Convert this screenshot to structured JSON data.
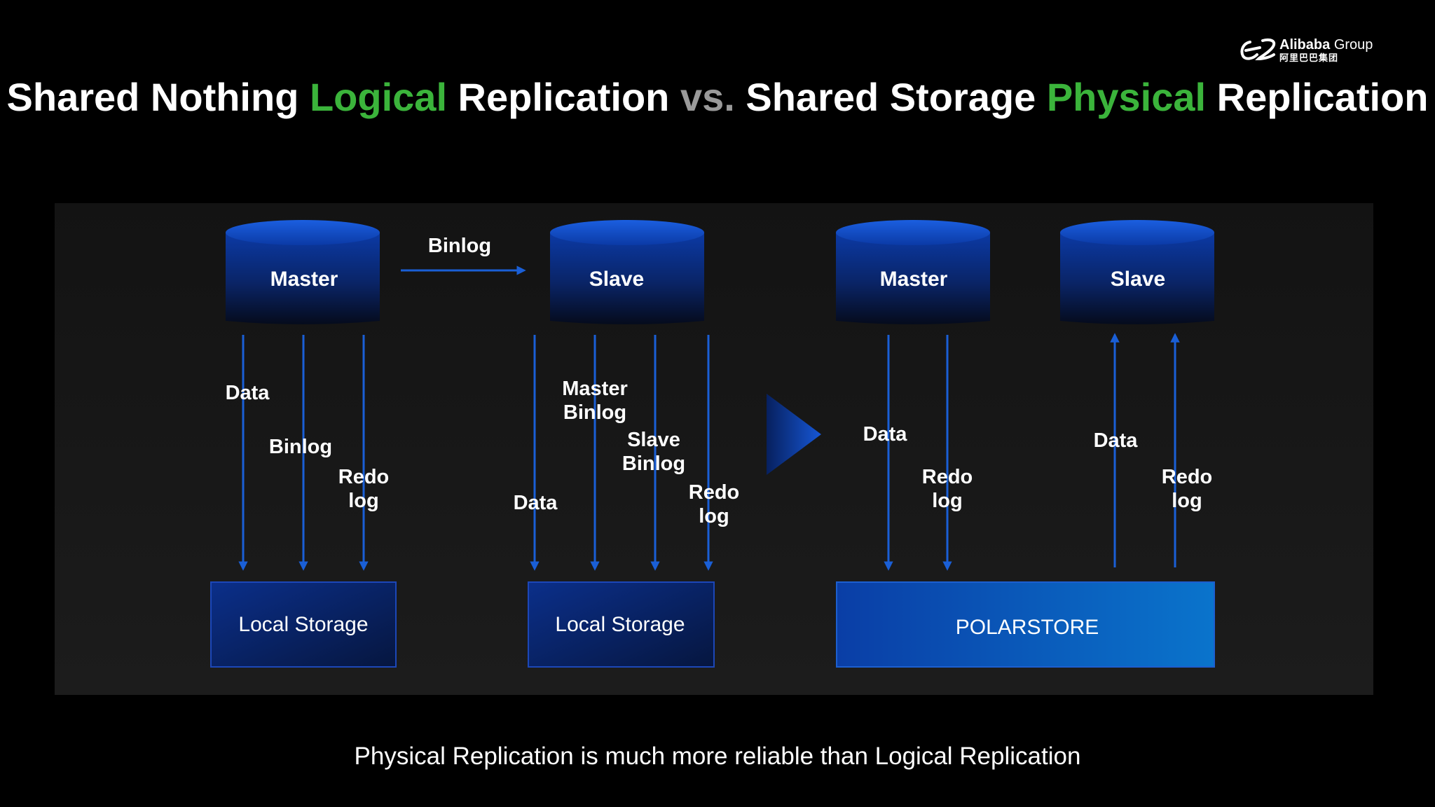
{
  "brand": {
    "name_bold": "Alibaba",
    "name_light": "Group",
    "name_cn": "阿里巴巴集团"
  },
  "title": {
    "part1": "Shared Nothing ",
    "part2": "Logical",
    "part3": " Replication ",
    "part4": "vs.",
    "part5": " Shared Storage ",
    "part6": "Physical",
    "part7": " Replication"
  },
  "colors": {
    "accent_green": "#3bb43b",
    "arrow_blue": "#1a5fd6",
    "node_blue": "#0a3a9c",
    "polarstore_blue": "#0a62c0"
  },
  "left": {
    "master": "Master",
    "slave": "Slave",
    "binlog_edge": "Binlog",
    "master_data": "Data",
    "master_binlog": "Binlog",
    "master_redo_1": "Redo",
    "master_redo_2": "log",
    "master_storage": "Local Storage",
    "slave_data": "Data",
    "slave_master_binlog_1": "Master",
    "slave_master_binlog_2": "Binlog",
    "slave_slave_binlog_1": "Slave",
    "slave_slave_binlog_2": "Binlog",
    "slave_redo_1": "Redo",
    "slave_redo_2": "log",
    "slave_storage": "Local Storage"
  },
  "right": {
    "master": "Master",
    "slave": "Slave",
    "master_data": "Data",
    "master_redo_1": "Redo",
    "master_redo_2": "log",
    "slave_data": "Data",
    "slave_redo_1": "Redo",
    "slave_redo_2": "log",
    "storage": "POLARSTORE"
  },
  "caption": "Physical Replication is much more reliable than Logical Replication"
}
